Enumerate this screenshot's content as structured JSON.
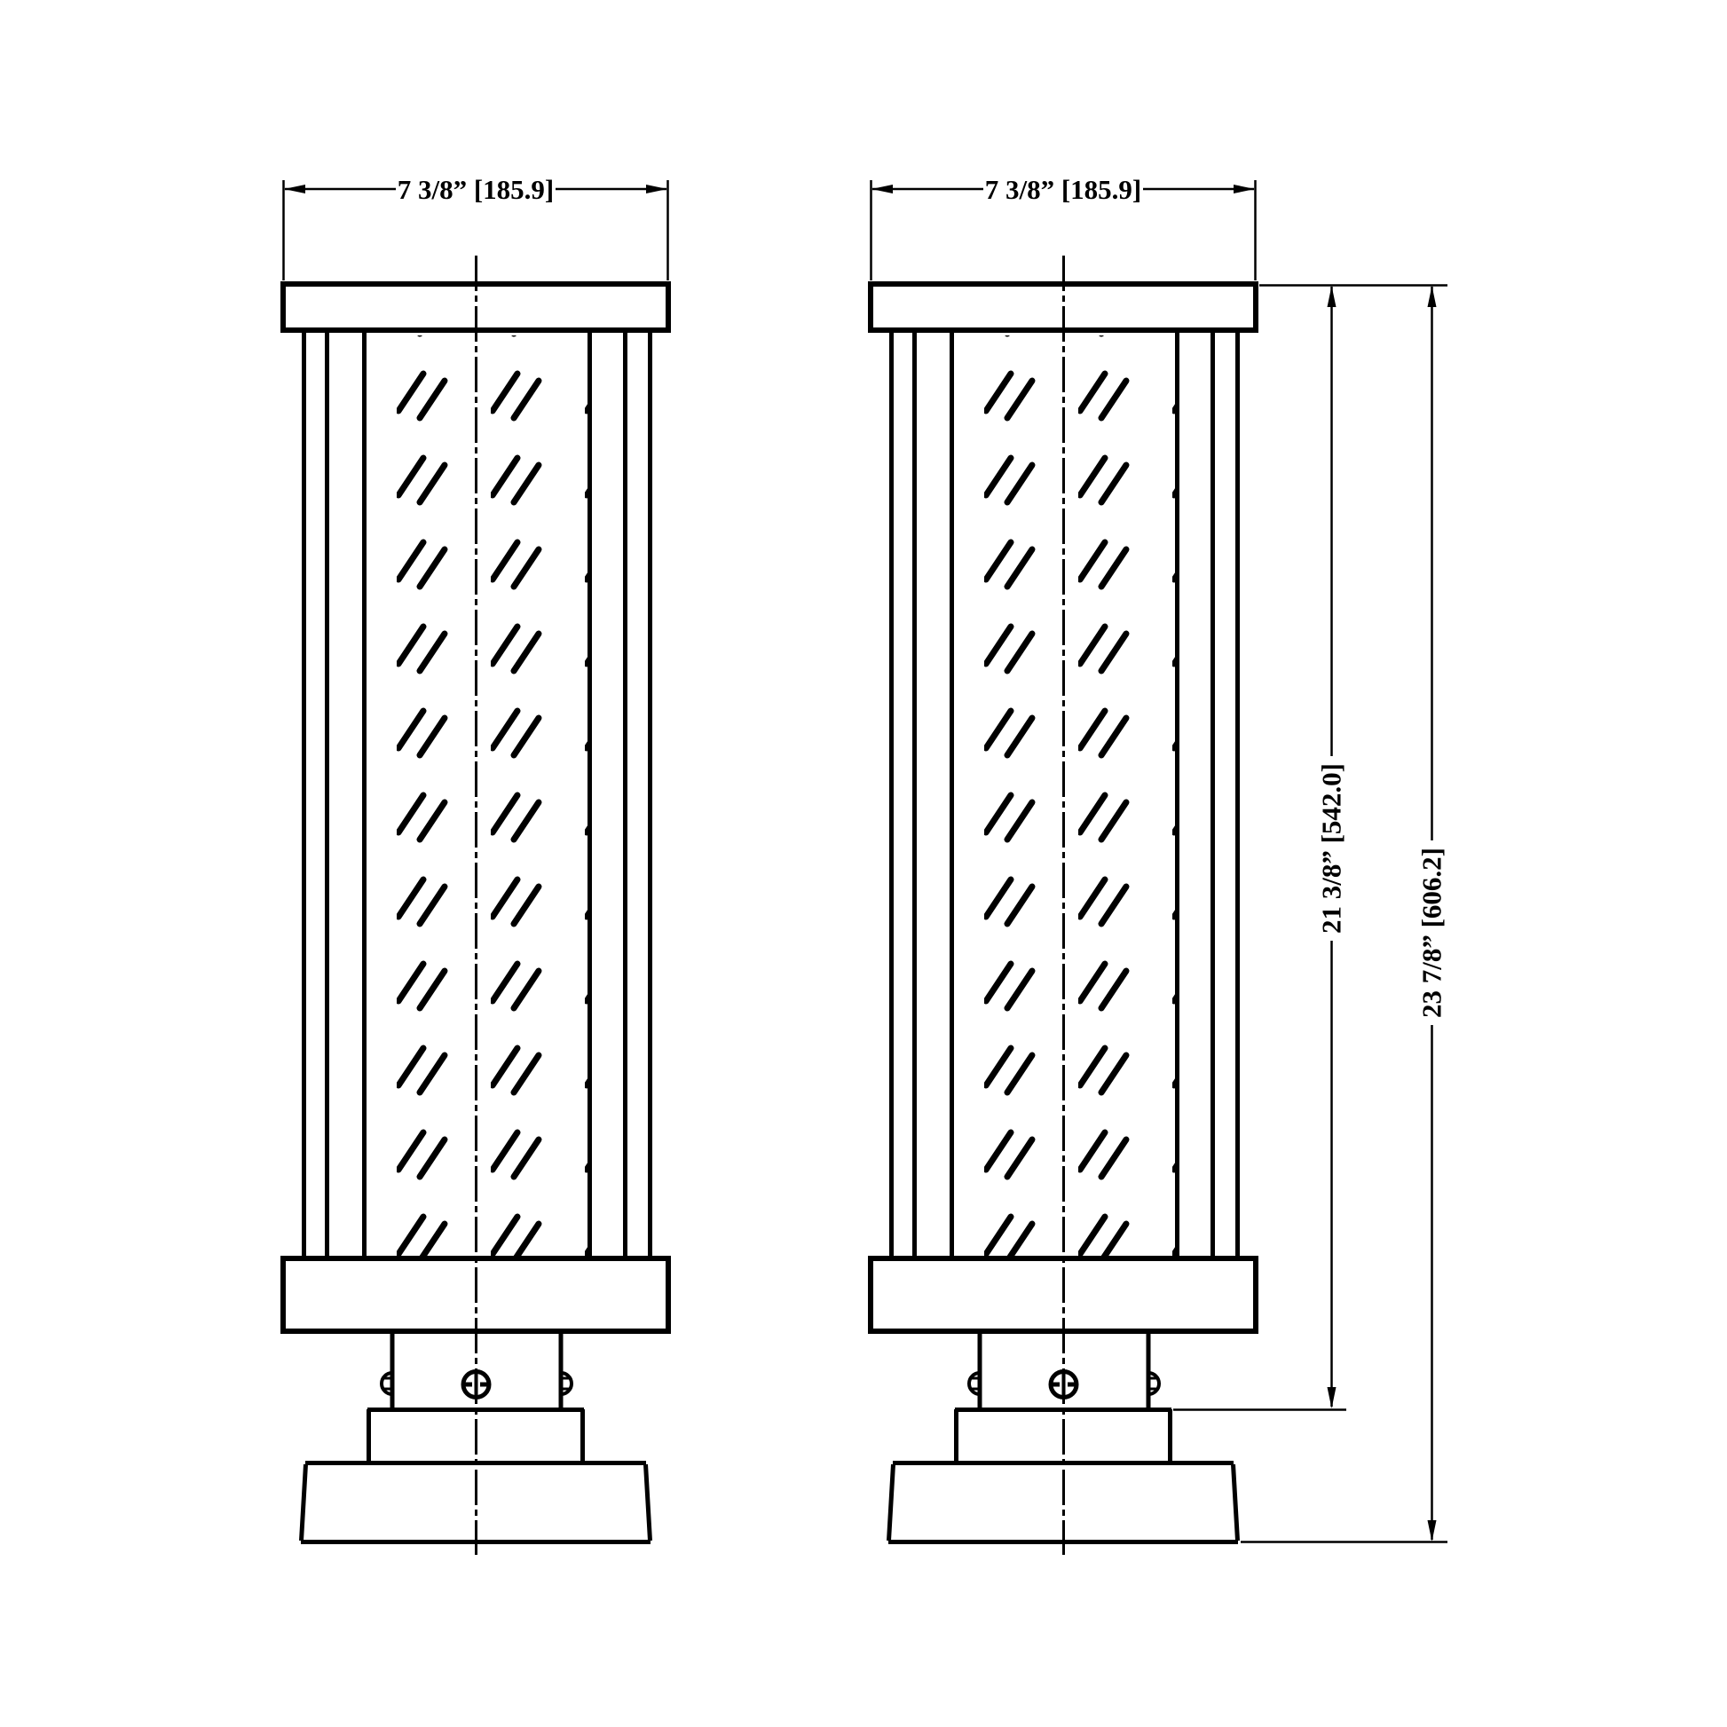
{
  "drawing": {
    "colors": {
      "ink": "#000000",
      "paper": "#ffffff"
    },
    "views": {
      "left": {
        "width_label": "7 3/8” [185.9]"
      },
      "right": {
        "width_label": "7 3/8” [185.9]",
        "lamp_height_label": "21 3/8” [542.0]",
        "overall_height_label": "23 7/8” [606.2]"
      }
    }
  }
}
